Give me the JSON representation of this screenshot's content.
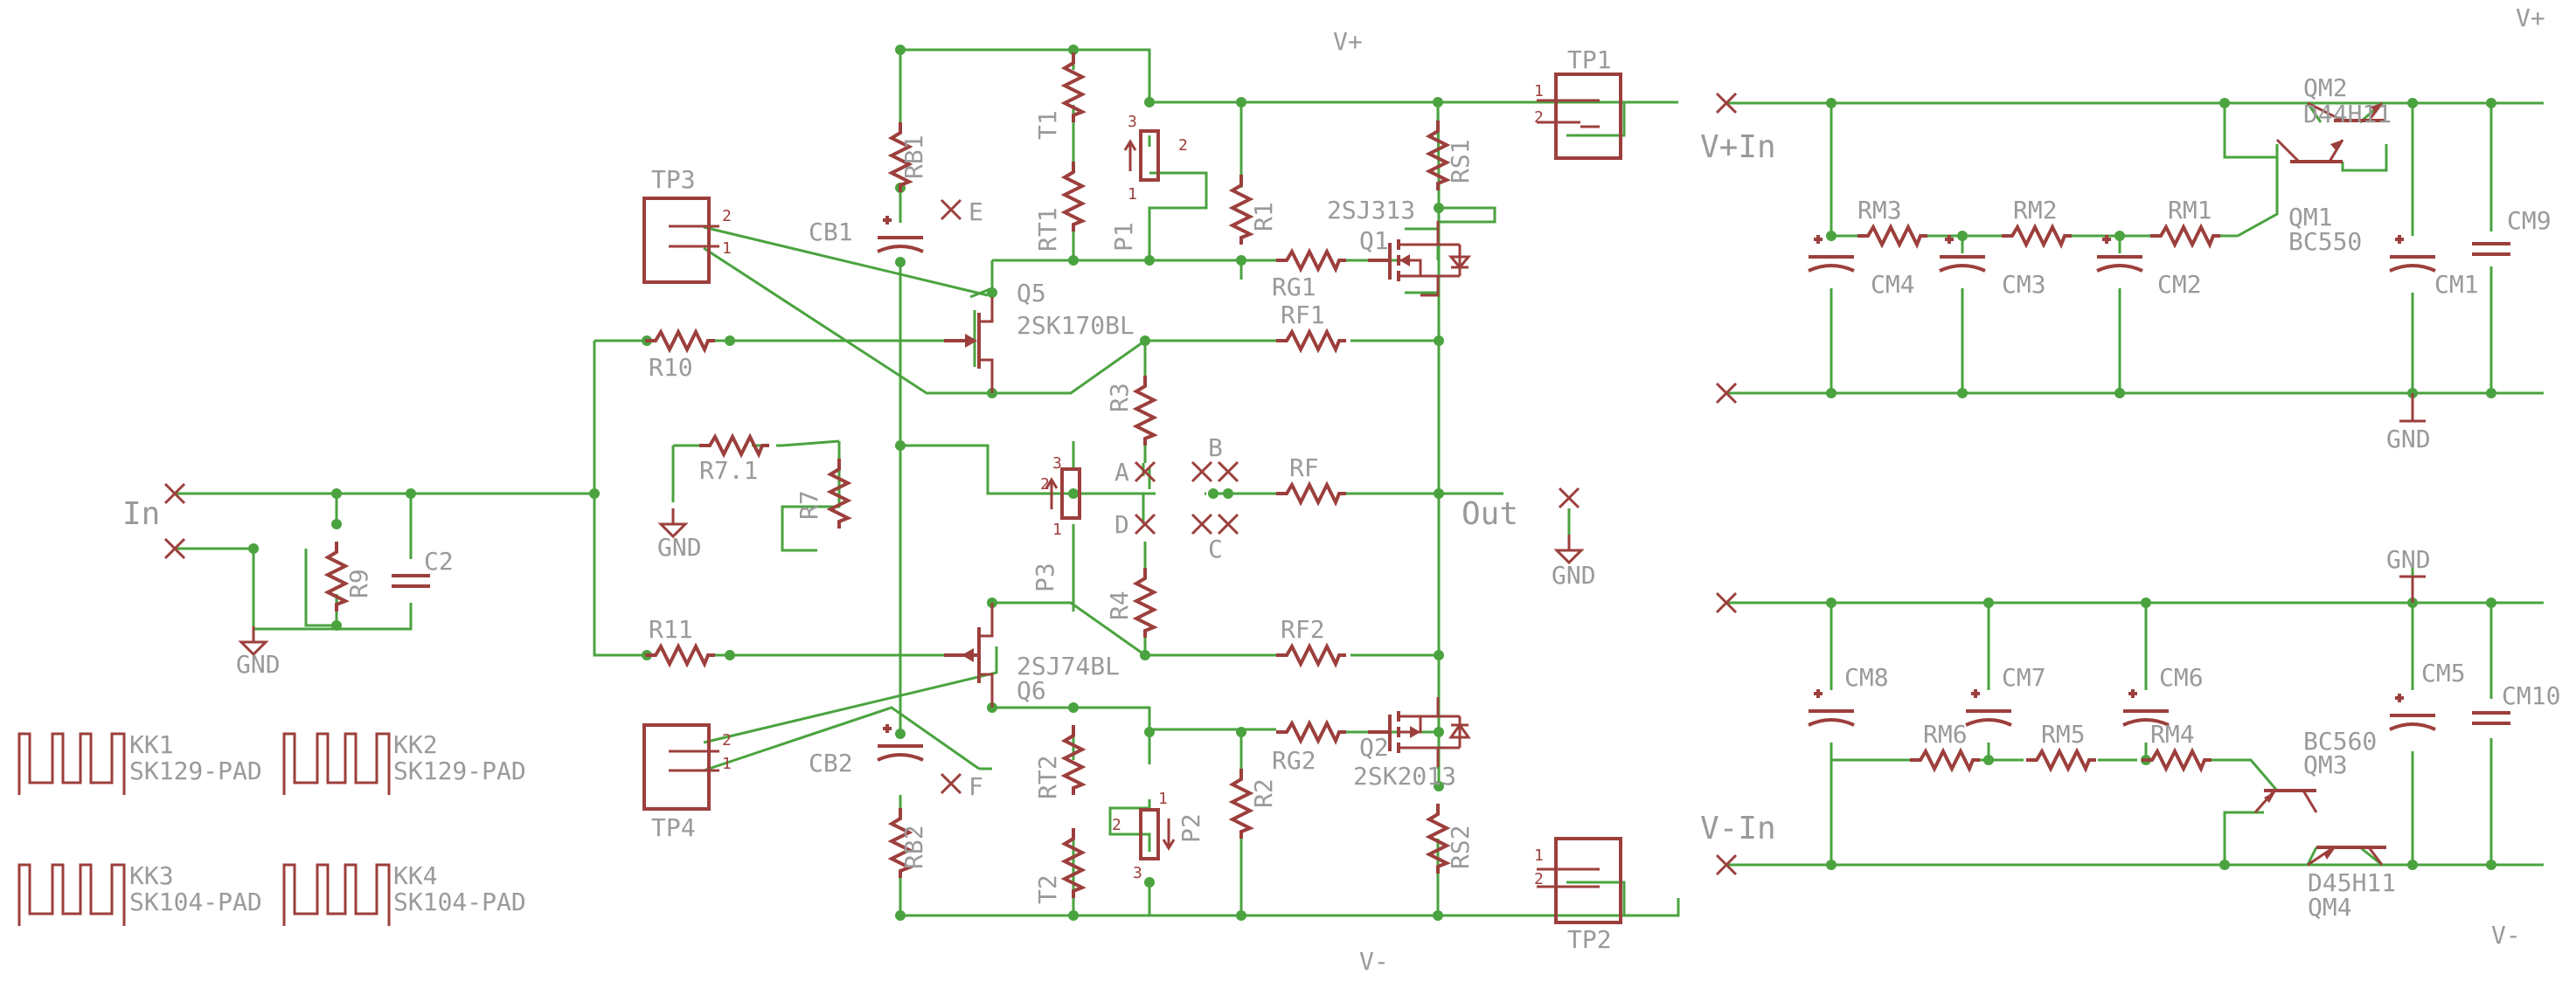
{
  "schematic": {
    "rails": {
      "vplus": "V+",
      "vminus": "V-",
      "vplus_corner": "V+",
      "vminus_corner": "V-"
    },
    "ports": {
      "in": "In",
      "out": "Out",
      "vplus_in": "V+In",
      "vminus_in": "V-In"
    },
    "gnd": [
      "GND",
      "GND",
      "GND",
      "GND",
      "GND"
    ],
    "testpoints": [
      "TP1",
      "TP2",
      "TP3",
      "TP4"
    ],
    "marks": [
      "E",
      "F",
      "A",
      "B",
      "C",
      "D"
    ],
    "pins": [
      "1",
      "2",
      "3"
    ],
    "components": {
      "rb1": "RB1",
      "rb2": "RB2",
      "cb1": "CB1",
      "cb2": "CB2",
      "t1": "T1",
      "t2": "T2",
      "rt1": "RT1",
      "rt2": "RT2",
      "p1": "P1",
      "p2": "P2",
      "p3": "P3",
      "r1": "R1",
      "r2": "R2",
      "r3": "R3",
      "r4": "R4",
      "rs1": "RS1",
      "rs2": "RS2",
      "rg1": "RG1",
      "rg2": "RG2",
      "rf1": "RF1",
      "rf2": "RF2",
      "rf": "RF",
      "r7": "R7",
      "r71": "R7.1",
      "r9": "R9",
      "r10": "R10",
      "r11": "R11",
      "c2": "C2",
      "q1": "Q1",
      "q2": "Q2",
      "q1_part": "2SJ313",
      "q2_part": "2SK2013",
      "q5": "Q5",
      "q6": "Q6",
      "q5_part": "2SK170BL",
      "q6_part": "2SJ74BL"
    },
    "heatsinks": [
      {
        "name": "KK1",
        "part": "SK129-PAD"
      },
      {
        "name": "KK2",
        "part": "SK129-PAD"
      },
      {
        "name": "KK3",
        "part": "SK104-PAD"
      },
      {
        "name": "KK4",
        "part": "SK104-PAD"
      }
    ],
    "supply_pos": {
      "cm9": "CM9",
      "cm1": "CM1",
      "cm2": "CM2",
      "cm3": "CM3",
      "cm4": "CM4",
      "rm1": "RM1",
      "rm2": "RM2",
      "rm3": "RM3",
      "qm1": "QM1",
      "qm1_part": "BC550",
      "qm2": "QM2",
      "qm2_part": "D44H11"
    },
    "supply_neg": {
      "cm10": "CM10",
      "cm5": "CM5",
      "cm6": "CM6",
      "cm7": "CM7",
      "cm8": "CM8",
      "rm4": "RM4",
      "rm5": "RM5",
      "rm6": "RM6",
      "qm3": "QM3",
      "qm3_part": "BC560",
      "qm4": "QM4",
      "qm4_part": "D45H11"
    }
  }
}
